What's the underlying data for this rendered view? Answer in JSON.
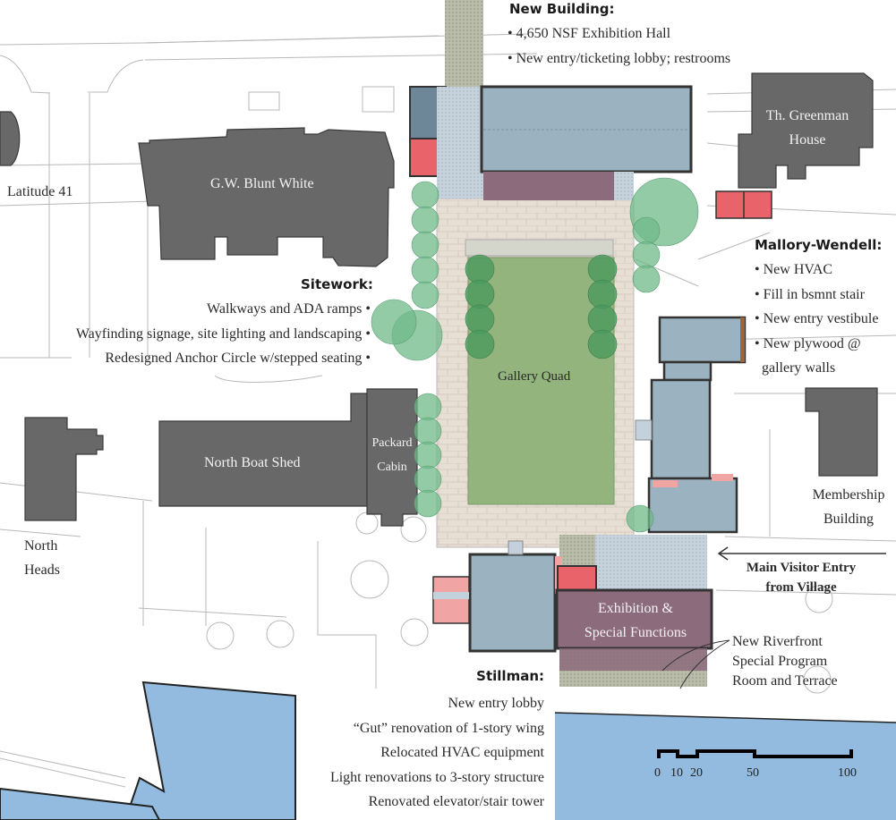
{
  "map": {
    "colors": {
      "building_existing": "#686868",
      "building_renovated": "#9bb2c0",
      "new_building": "#9bb2c0",
      "restroom_red": "#e8646a",
      "stair_pink": "#f0a4a4",
      "special_functions": "#8c6b7c",
      "lawn": "#94b47e",
      "trees": "#6fb98a",
      "paving": "#e6ddd3",
      "water": "#92bbdf",
      "plaza_blue": "#c3d1dc",
      "terrace_green": "#b7bba8"
    },
    "buildings": {
      "gw_blunt_white": "G.W. Blunt White",
      "latitude_41": "Latitude 41",
      "greenman_line1": "Th. Greenman",
      "greenman_line2": "House",
      "north_boat_shed": "North Boat Shed",
      "packard_line1": "Packard",
      "packard_line2": "Cabin",
      "north_heads_line1": "North",
      "north_heads_line2": "Heads",
      "gallery_quad": "Gallery Quad",
      "membership_line1": "Membership",
      "membership_line2": "Building",
      "exhibition_line1": "Exhibition &",
      "exhibition_line2": "Special Functions"
    },
    "callouts": {
      "new_building": {
        "title": "New Building:",
        "items": [
          "• 4,650 NSF Exhibition Hall",
          "• New entry/ticketing lobby; restrooms"
        ]
      },
      "mallory_wendell": {
        "title": "Mallory-Wendell:",
        "items": [
          "• New HVAC",
          "• Fill in bsmnt stair",
          "• New entry vestibule",
          "• New plywood @",
          "  gallery walls"
        ]
      },
      "sitework": {
        "title": "Sitework:",
        "items": [
          "Walkways and ADA ramps •",
          "Wayfinding signage, site lighting and landscaping •",
          "Redesigned Anchor Circle w/stepped seating •"
        ]
      },
      "stillman": {
        "title": "Stillman:",
        "items": [
          "New entry lobby",
          "“Gut” renovation of 1-story wing",
          "Relocated HVAC equipment",
          "Light renovations to 3-story structure",
          "Renovated elevator/stair tower"
        ]
      },
      "main_entry": {
        "line1": "Main Visitor Entry",
        "line2": "from Village"
      },
      "riverfront": {
        "line1": "New Riverfront",
        "line2": "Special Program",
        "line3": "Room and Terrace"
      }
    },
    "scale_bar": {
      "ticks": [
        "0",
        "10",
        "20",
        "50",
        "100"
      ]
    }
  }
}
